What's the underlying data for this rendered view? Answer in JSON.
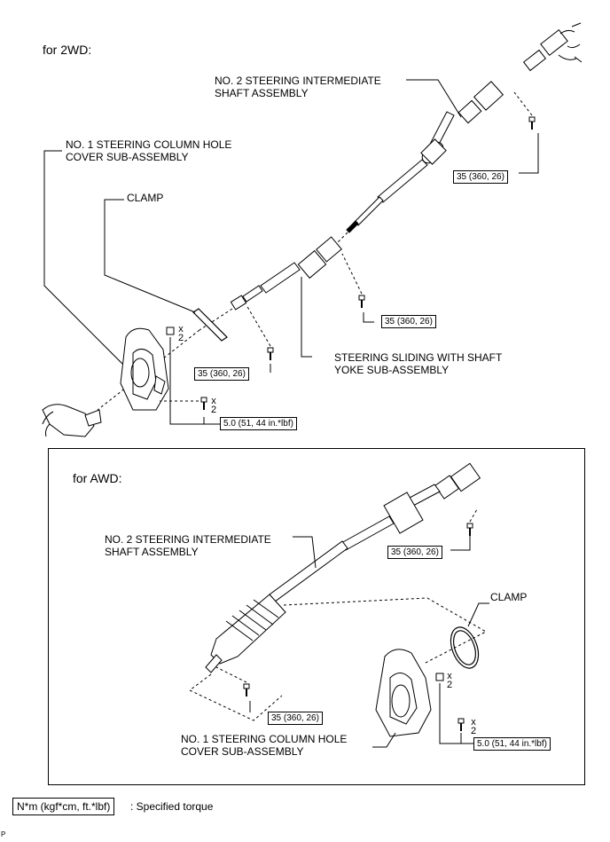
{
  "sections": {
    "twd": "for 2WD:",
    "awd": "for AWD:"
  },
  "twd_labels": {
    "intermediate_shaft": [
      "NO. 2 STEERING INTERMEDIATE",
      "SHAFT ASSEMBLY"
    ],
    "hole_cover": [
      "NO. 1 STEERING COLUMN HOLE",
      "COVER SUB-ASSEMBLY"
    ],
    "clamp": "CLAMP",
    "sliding_yoke": [
      "STEERING SLIDING WITH SHAFT",
      "YOKE SUB-ASSEMBLY"
    ]
  },
  "awd_labels": {
    "intermediate_shaft": [
      "NO. 2 STEERING INTERMEDIATE",
      "SHAFT ASSEMBLY"
    ],
    "clamp": "CLAMP",
    "hole_cover": [
      "NO. 1 STEERING COLUMN HOLE",
      "COVER SUB-ASSEMBLY"
    ]
  },
  "torques": {
    "t35": "35 (360, 26)",
    "t5": "5.0 (51, 44 in.*lbf)"
  },
  "multiplier": {
    "x": "x",
    "n": "2"
  },
  "legend": {
    "unit": "N*m (kgf*cm, ft.*lbf)",
    "text": ": Specified torque"
  },
  "figure_code": "P"
}
